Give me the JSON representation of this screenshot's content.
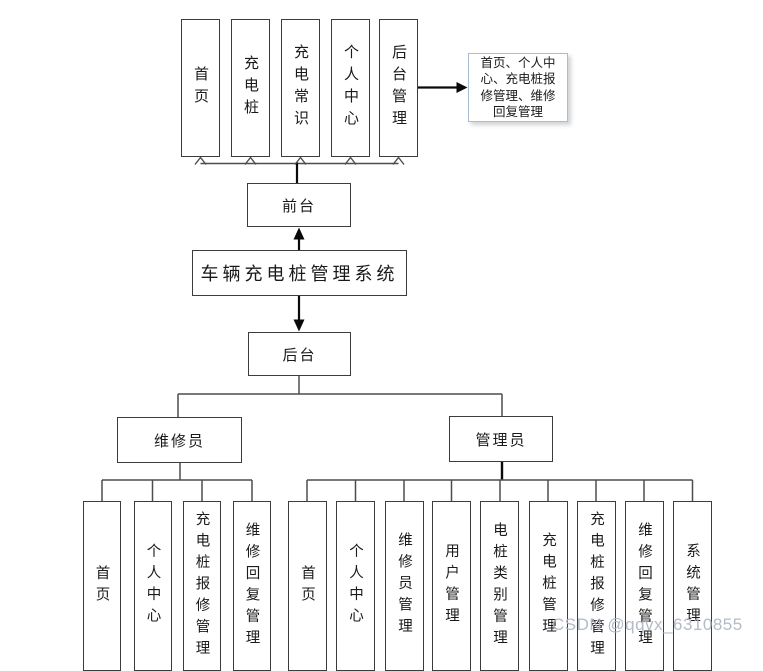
{
  "diagram": {
    "title": "车辆充电桩管理系统",
    "front_stage": "前台",
    "back_stage": "后台",
    "front_modules": [
      "首页",
      "充电桩",
      "充电常识",
      "个人中心",
      "后台管理"
    ],
    "backstage_note": "首页、个人中心、充电桩报修管理、维修回复管理",
    "repairer": {
      "label": "维修员",
      "children": [
        "首页",
        "个人中心",
        "充电桩报修管理",
        "维修回复管理"
      ]
    },
    "admin": {
      "label": "管理员",
      "children": [
        "首页",
        "个人中心",
        "维修员管理",
        "用户管理",
        "电桩类别管理",
        "充电桩管理",
        "充电桩报修管理",
        "维修回复管理",
        "系统管理"
      ]
    }
  },
  "watermark": "CSDN @qqvx_6310855",
  "colors": {
    "background": "#ffffff",
    "text": "#1a1a1a",
    "box_border": "#3c3c3c",
    "connector_line": "#4d4d4d",
    "arrow": "#0a0a0a",
    "note_border": "#a9bcd0",
    "watermark": "#abb3c2"
  }
}
